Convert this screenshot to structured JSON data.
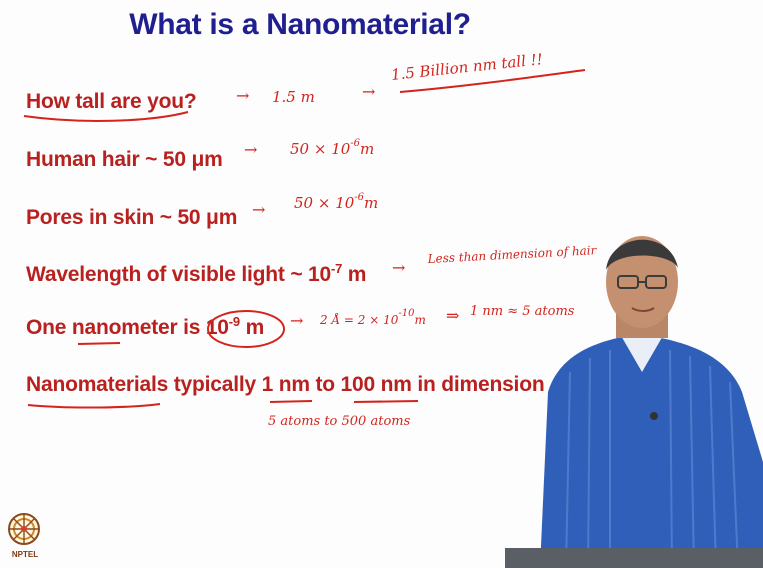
{
  "slide": {
    "title": "What is a Nanomaterial?",
    "lines": [
      {
        "pre": "How tall are you?",
        "sup": "",
        "post": ""
      },
      {
        "pre": "Human hair ~ 50 μm",
        "sup": "",
        "post": ""
      },
      {
        "pre": "Pores in skin ~ 50 μm",
        "sup": "",
        "post": ""
      },
      {
        "pre": "Wavelength of visible light ~ 10",
        "sup": "-7",
        "post": " m"
      },
      {
        "pre": "One nanometer is ",
        "sup": "",
        "post": ""
      },
      {
        "pre": "Nanomaterials typically 1 nm to 100 nm in dimension",
        "sup": "",
        "post": ""
      }
    ],
    "circled": {
      "pre": "10",
      "sup": "-9",
      "post": " m"
    }
  },
  "handwriting": {
    "arrow1": "→",
    "h1a": "1.5 m",
    "arrow1b": "→",
    "h1b": "1.5 Billion nm tall !!",
    "arrow2": "→",
    "h2": "50 × 10",
    "h2exp": "-6",
    "h2unit": "m",
    "arrow3": "→",
    "h3": "50 × 10",
    "h3exp": "-6",
    "h3unit": "m",
    "arrow4": "→",
    "h4": "Less than dimension of hair",
    "arrow5": "→",
    "h5a": "2 Å = 2 × 10",
    "h5exp": "-10",
    "h5unit": "m",
    "implies": "⇒",
    "h5b": "1 nm ≈ 5 atoms",
    "h6": "5 atoms to 500 atoms"
  },
  "logo": {
    "label": "NPTEL"
  },
  "colors": {
    "title": "#1f1f8f",
    "text": "#b8211f",
    "ink": "#d3241d"
  }
}
